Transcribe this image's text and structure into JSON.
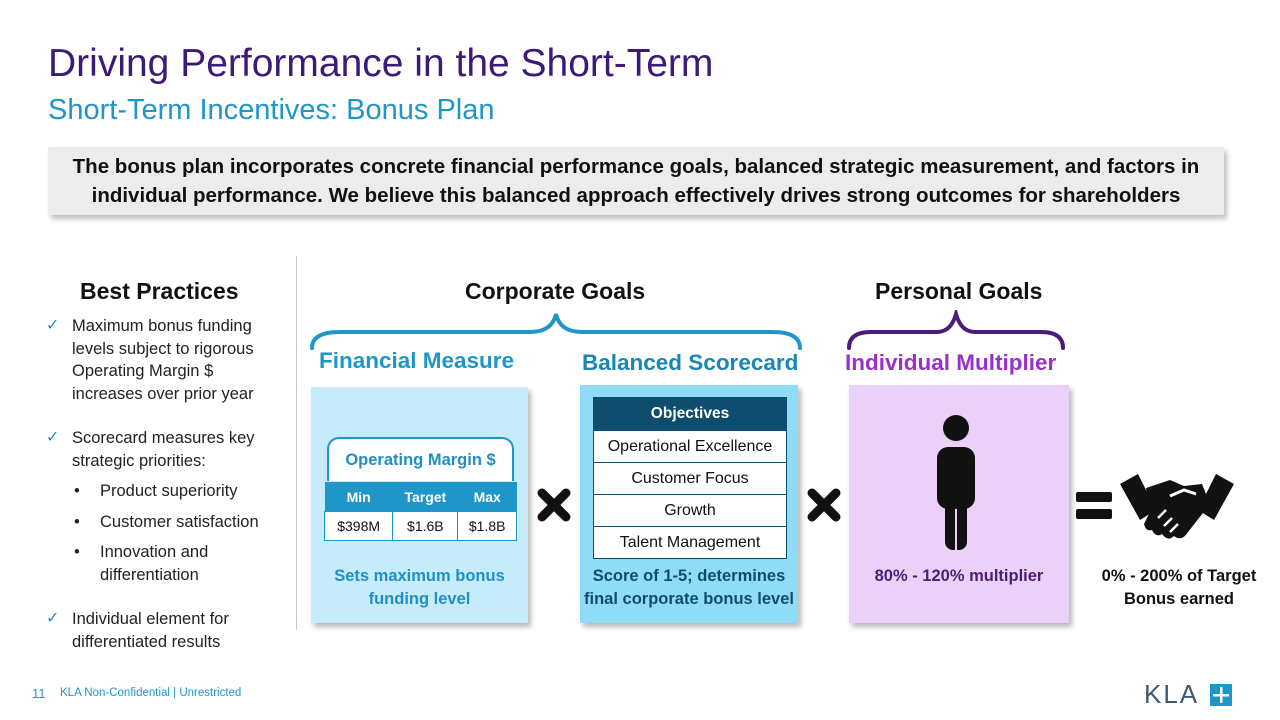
{
  "header": {
    "title": "Driving Performance in the Short-Term",
    "subtitle": "Short-Term Incentives: Bonus Plan"
  },
  "banner": {
    "line1": "The bonus plan incorporates concrete financial performance goals, balanced strategic measurement, and factors in",
    "line2": "individual performance. We believe this balanced approach effectively drives strong outcomes for shareholders"
  },
  "best_practices": {
    "heading": "Best Practices",
    "item1": "Maximum bonus funding levels subject to rigorous Operating Margin $ increases over prior year",
    "item2": "Scorecard measures key strategic priorities:",
    "sub1": "Product superiority",
    "sub2": "Customer satisfaction",
    "sub3": "Innovation and differentiation",
    "item3": "Individual element for differentiated results"
  },
  "corporate_goals": {
    "heading": "Corporate Goals"
  },
  "personal_goals": {
    "heading": "Personal Goals"
  },
  "financial": {
    "heading": "Financial Measure",
    "table_title": "Operating Margin $",
    "headers": [
      "Min",
      "Target",
      "Max"
    ],
    "values": [
      "$398M",
      "$1.6B",
      "$1.8B"
    ],
    "caption_line1": "Sets maximum bonus",
    "caption_line2": "funding level"
  },
  "scorecard": {
    "heading": "Balanced Scorecard",
    "table_header": "Objectives",
    "objectives": [
      "Operational Excellence",
      "Customer Focus",
      "Growth",
      "Talent Management"
    ],
    "caption_line1": "Score of 1-5; determines",
    "caption_line2": "final corporate bonus level"
  },
  "individual": {
    "heading": "Individual Multiplier",
    "caption": "80% - 120% multiplier"
  },
  "result": {
    "caption_line1": "0% - 200% of Target",
    "caption_line2": "Bonus earned"
  },
  "footer": {
    "page_number": "11",
    "classification": "KLA Non-Confidential | Unrestricted",
    "logo_text": "KLA"
  },
  "colors": {
    "title": "#3d1a78",
    "accent_blue": "#1f96c8",
    "dark_teal": "#0f4d6e",
    "purple": "#9b2fc9",
    "brace_purple": "#4b1d7a"
  }
}
